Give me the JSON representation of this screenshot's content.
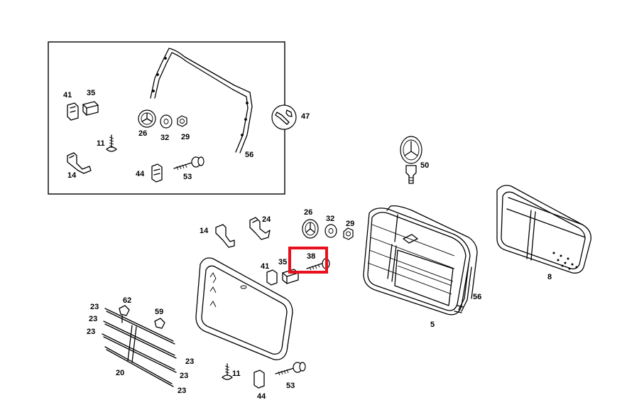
{
  "inset_labels": {
    "l41": "41",
    "l35": "35",
    "l26": "26",
    "l32": "32",
    "l29": "29",
    "l11": "11",
    "l14": "14",
    "l44": "44",
    "l53": "53",
    "l56": "56",
    "l47": "47"
  },
  "main_labels": {
    "l50": "50",
    "l26": "26",
    "l32": "32",
    "l29": "29",
    "l24": "24",
    "l14": "14",
    "l38": "38",
    "l41": "41",
    "l35": "35",
    "l56": "56",
    "l5": "5",
    "l8": "8",
    "l62": "62",
    "l59": "59",
    "l23a": "23",
    "l23b": "23",
    "l23c": "23",
    "l23d": "23",
    "l23e": "23",
    "l23f": "23",
    "l20": "20",
    "l11": "11",
    "l44": "44",
    "l53": "53"
  },
  "highlight": {
    "part": "38",
    "color": "#e8101c"
  }
}
